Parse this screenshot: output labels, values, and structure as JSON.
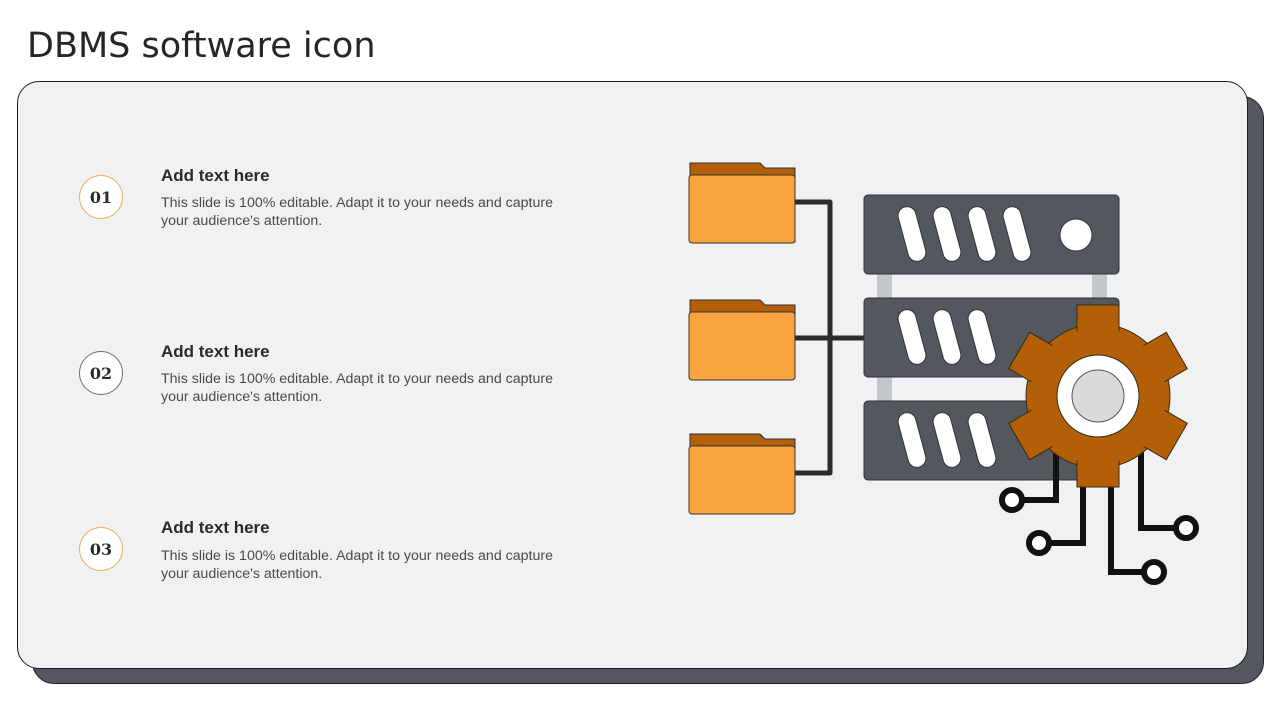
{
  "title": "DBMS software icon",
  "items": [
    {
      "number": "01",
      "heading": "Add text here",
      "text": "This slide is 100% editable. Adapt it to your needs and capture your audience's attention."
    },
    {
      "number": "02",
      "heading": "Add text here",
      "text": "This slide is 100% editable. Adapt it to your needs and capture your audience's attention."
    },
    {
      "number": "03",
      "heading": "Add text here",
      "text": "This slide is 100% editable. Adapt it to your needs and capture your audience's attention."
    }
  ],
  "colors": {
    "folder": "#f9a43f",
    "folder_tab": "#b25f08",
    "server": "#53575e",
    "gear": "#b25f08",
    "circuit": "#111111",
    "panel": "#f0f1f2",
    "panel_shadow": "#53575e"
  },
  "icons": [
    "folder-icon",
    "server-icon",
    "gear-icon",
    "circuit-icon"
  ]
}
